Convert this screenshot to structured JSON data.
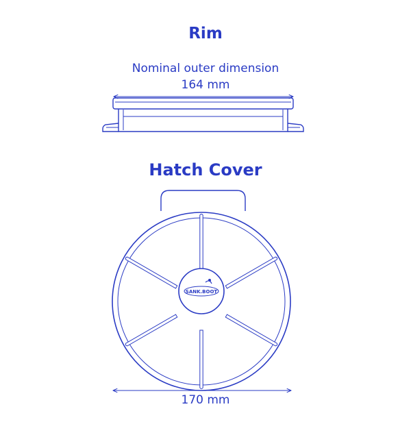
{
  "rim": {
    "title": "Rim",
    "label": "Nominal outer dimension",
    "dimension": "164 mm"
  },
  "hatch_cover": {
    "title": "Hatch Cover",
    "dimension": "170 mm",
    "logo_text": "SANK.BOOT"
  },
  "colors": {
    "line": "#2a3bc4",
    "background": "#ffffff"
  }
}
